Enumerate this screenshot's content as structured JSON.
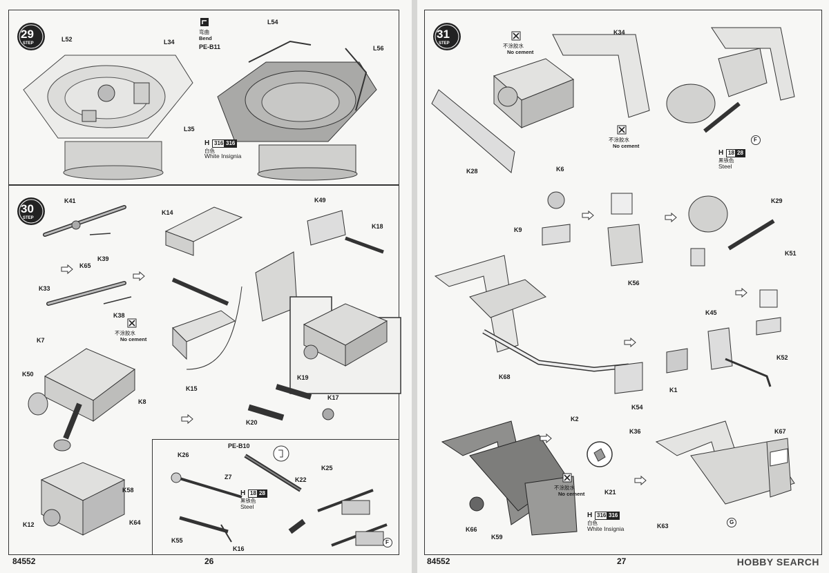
{
  "left_page": {
    "number": "26",
    "catalog": "84552",
    "step29": {
      "step_number": "29",
      "step_word": "STEP",
      "parts": [
        "L52",
        "L34",
        "L35",
        "L54",
        "L56"
      ],
      "bend_cn": "弯曲",
      "bend_en": "Bend",
      "pe_part": "PE-B11",
      "paint": {
        "letter": "H",
        "code1": "316",
        "code2": "316",
        "name_cn": "白色",
        "name_en": "White Insignia"
      }
    },
    "step30": {
      "step_number": "30",
      "step_word": "STEP",
      "parts": [
        "K41",
        "K39",
        "K65",
        "K33",
        "K38",
        "K7",
        "K50",
        "K8",
        "K14",
        "K15",
        "K49",
        "K18",
        "K19",
        "K17",
        "K20",
        "K58",
        "K12",
        "K64"
      ],
      "nocement_cn": "不涂胶水",
      "nocement_en": "No cement",
      "sub": {
        "parts": [
          "K26",
          "PE-B10",
          "Z7",
          "K22",
          "K25",
          "K55",
          "K16"
        ],
        "paint": {
          "letter": "H",
          "code1": "18",
          "code2": "28",
          "name_cn": "黑铁色",
          "name_en": "Steel"
        },
        "callout": "F"
      }
    }
  },
  "right_page": {
    "number": "27",
    "catalog": "84552",
    "step31": {
      "step_number": "31",
      "step_word": "STEP",
      "parts": [
        "K34",
        "K28",
        "K6",
        "K9",
        "K56",
        "K29",
        "K51",
        "K52",
        "K45",
        "K1",
        "K68",
        "K54",
        "K2",
        "K36",
        "K21",
        "K66",
        "K59",
        "K67",
        "K63"
      ],
      "nocement_cn": "不涂胶水",
      "nocement_en": "No cement",
      "paint_steel": {
        "letter": "H",
        "code1": "18",
        "code2": "28",
        "name_cn": "黑铁色",
        "name_en": "Steel"
      },
      "paint_white": {
        "letter": "H",
        "code1": "316",
        "code2": "316",
        "name_cn": "白色",
        "name_en": "White Insignia"
      },
      "callouts": [
        "F",
        "G"
      ]
    }
  },
  "watermark": "HOBBY SEARCH"
}
